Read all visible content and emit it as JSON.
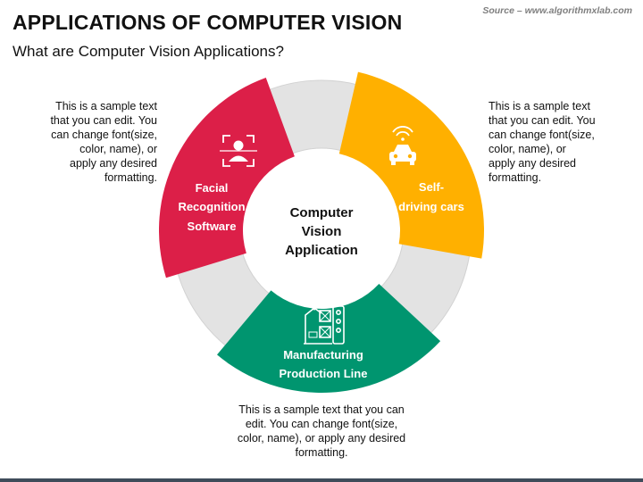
{
  "header": {
    "title": "APPLICATIONS OF COMPUTER VISION",
    "subtitle": "What are Computer Vision Applications?",
    "source": "Source – www.algorithmxlab.com"
  },
  "diagram": {
    "center_lines": [
      "Computer",
      "Vision",
      "Application"
    ],
    "segments": [
      {
        "lines": [
          "Facial",
          "Recognition",
          "Software"
        ],
        "color": "#dc1f48",
        "icon": "face-scan-icon"
      },
      {
        "lines": [
          "Self-",
          "driving cars"
        ],
        "color": "#ffb000",
        "icon": "car-icon"
      },
      {
        "lines": [
          "Manufacturing",
          "Production Line"
        ],
        "color": "#00956f",
        "icon": "robot-arm-icon"
      }
    ],
    "connector_color": "#e3e3e3"
  },
  "texts": {
    "left": "This is a sample text that you can edit. You can change font(size, color, name), or apply any desired formatting.",
    "right": "This is a sample text that you can edit. You can change font(size, color, name), or apply any desired formatting.",
    "bottom": "This is a sample text that you can edit. You can change font(size, color, name), or apply any desired formatting."
  }
}
